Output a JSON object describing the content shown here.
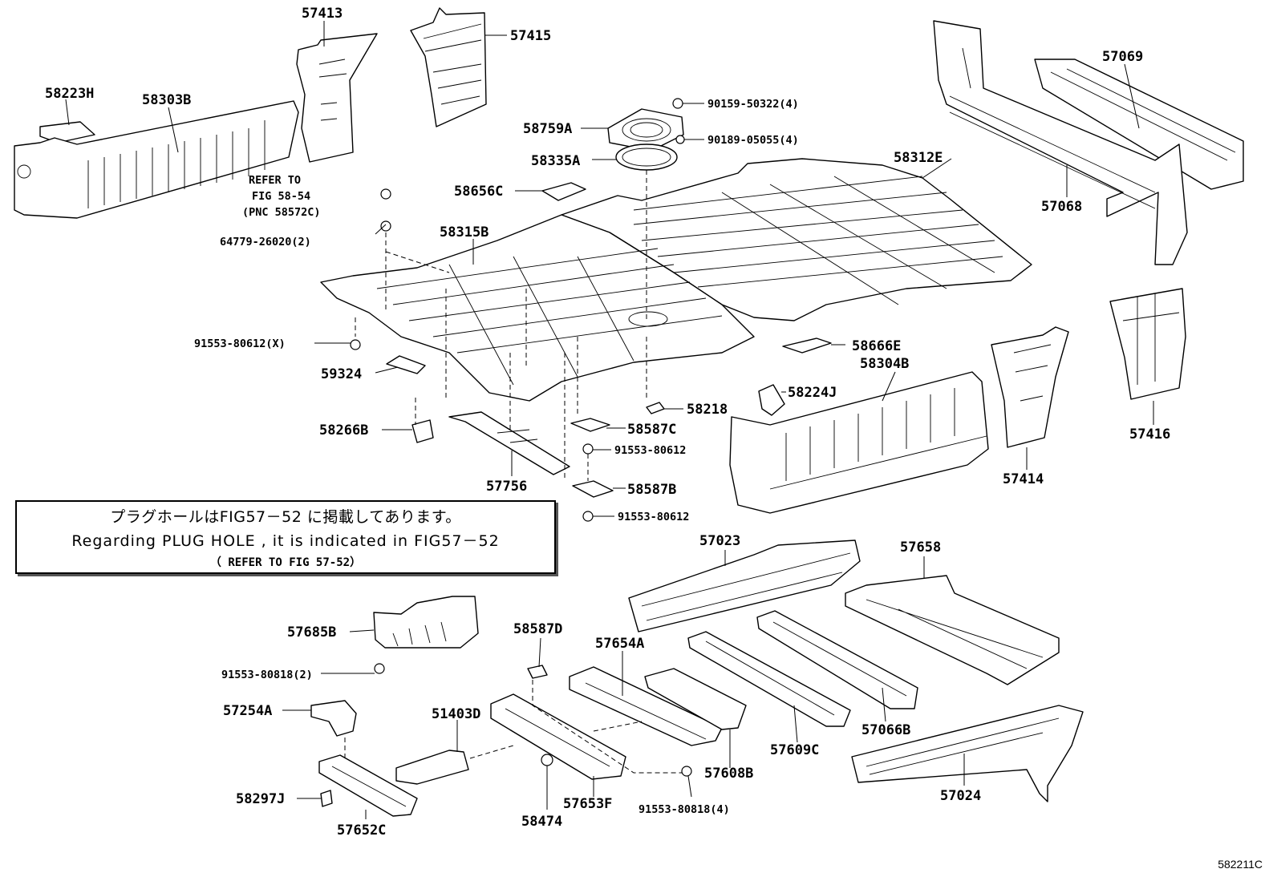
{
  "note": {
    "line1": "プラグホールはFIG57－52 に掲載してあります。",
    "line2": "Regarding PLUG HOLE , it is indicated in FIG57－52",
    "line3": "（ REFER TO FIG 57-52）"
  },
  "refer": {
    "line1": "REFER TO",
    "line2": "FIG 58-54",
    "line3": "(PNC 58572C)"
  },
  "figure_code": "582211C",
  "labels": {
    "p58223H": "58223H",
    "p58303B": "58303B",
    "p57413": "57413",
    "p57415": "57415",
    "p90159": "90159-50322(4)",
    "p58759A": "58759A",
    "p90189": "90189-05055(4)",
    "p58335A": "58335A",
    "p58656C": "58656C",
    "p58312E": "58312E",
    "p57069": "57069",
    "p57068": "57068",
    "p64779": "64779-26020(2)",
    "p58315B": "58315B",
    "p91553x": "91553-80612(X)",
    "p59324": "59324",
    "p58666E": "58666E",
    "p58304B": "58304B",
    "p58224J": "58224J",
    "p58218": "58218",
    "p58266B": "58266B",
    "p58587C": "58587C",
    "p91553a": "91553-80612",
    "p57756": "57756",
    "p58587B": "58587B",
    "p91553b": "91553-80612",
    "p57414": "57414",
    "p57416": "57416",
    "p57023": "57023",
    "p57658": "57658",
    "p57685B": "57685B",
    "p91553c": "91553-80818(2)",
    "p58587D": "58587D",
    "p57654A": "57654A",
    "p57254A": "57254A",
    "p51403D": "51403D",
    "p57609C": "57609C",
    "p57066B": "57066B",
    "p57608B": "57608B",
    "p58297J": "58297J",
    "p57653F": "57653F",
    "p91553d": "91553-80818(4)",
    "p57024": "57024",
    "p58474": "58474",
    "p57652C": "57652C"
  }
}
